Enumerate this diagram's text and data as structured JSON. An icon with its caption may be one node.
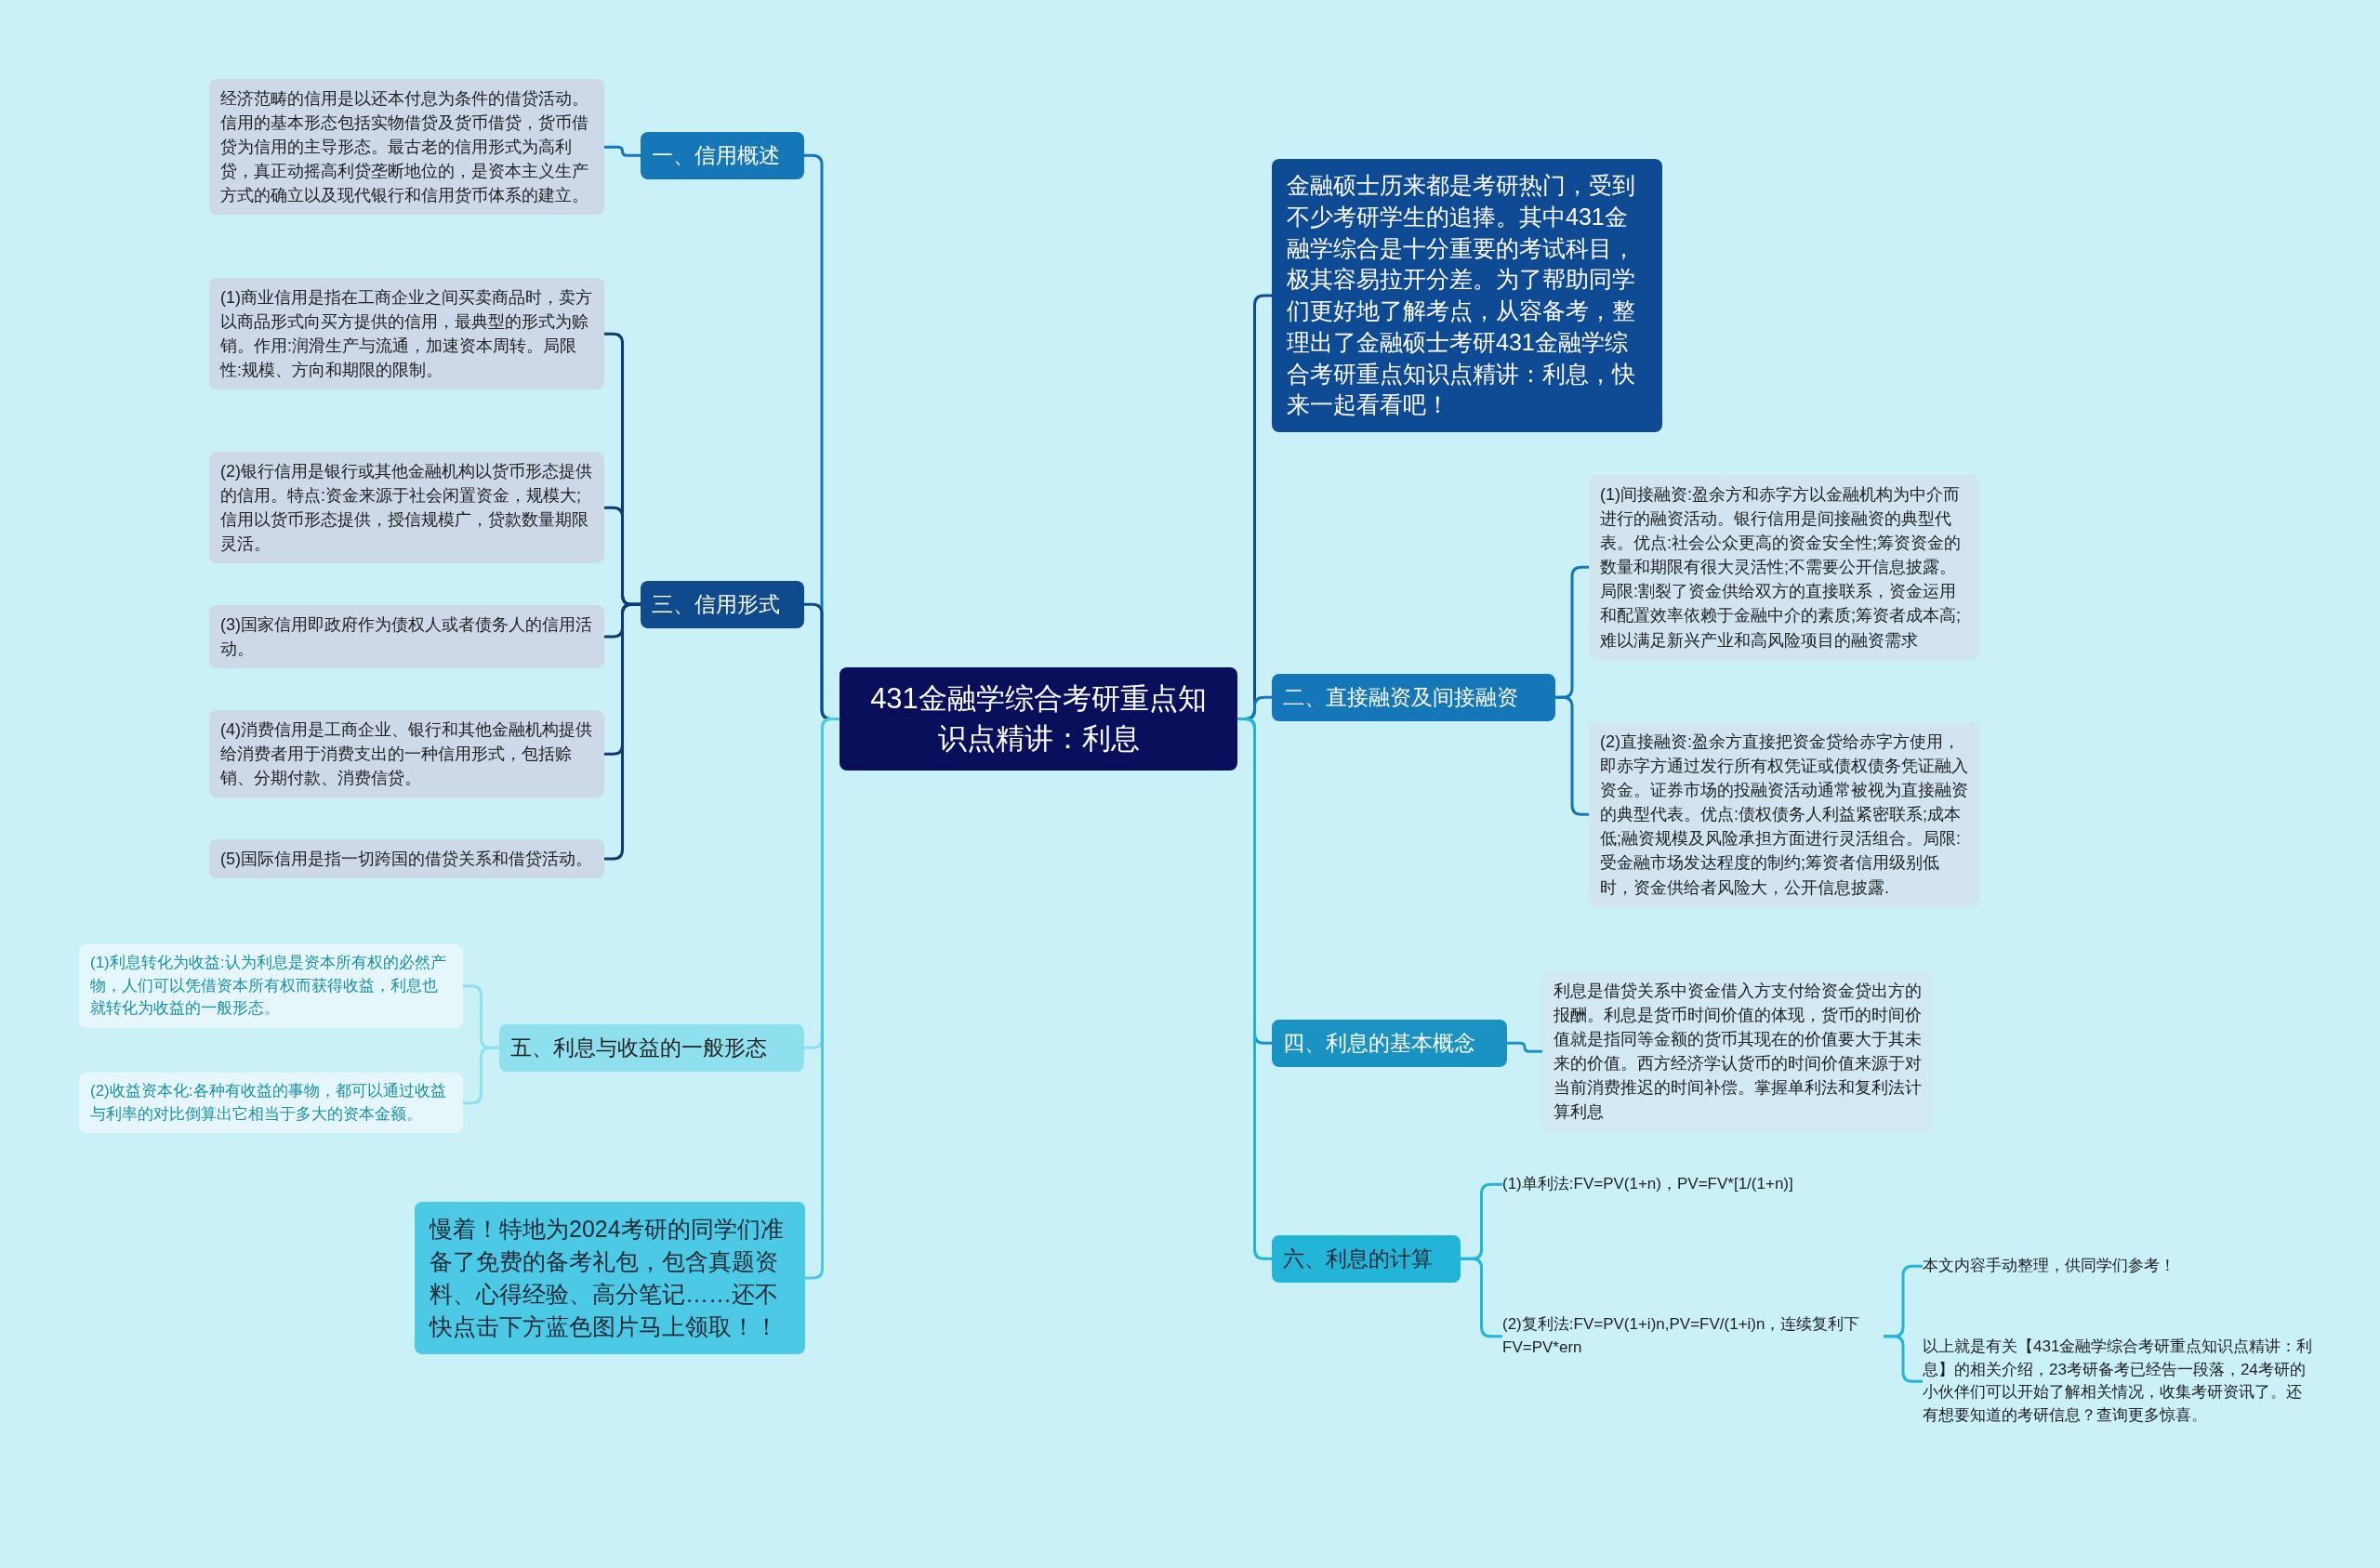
{
  "diagram": {
    "nodes": [
      {
        "text": [
          "431金融学综合考研重点知识点精讲：利息"
        ]
      },
      {
        "text": [
          "一、信用概述"
        ]
      },
      {
        "text": [
          "经济范畴的信用是以还本付息为条件的借贷活动。信用的基本形态包括实物借贷及货币借贷，货币借贷为信用的主导形态。最古老的信用形式为高利贷，真正动摇高利贷垄断地位的，是资本主义生产方式的确立以及现代银行和信用货币体系的建立。"
        ]
      },
      {
        "text": [
          "三、信用形式"
        ]
      },
      {
        "text": [
          "(1)商业信用是指在工商企业之间买卖商品时，卖方以商品形式向买方提供的信用，最典型的形式为赊销。作用:润滑生产与流通，加速资本周转。局限性:规模、方向和期限的限制。"
        ]
      },
      {
        "text": [
          "(2)银行信用是银行或其他金融机构以货币形态提供的信用。特点:资金来源于社会闲置资金，规模大;信用以货币形态提供，授信规模广，贷款数量期限灵活。"
        ]
      },
      {
        "text": [
          "(3)国家信用即政府作为债权人或者债务人的信用活动。"
        ]
      },
      {
        "text": [
          "(4)消费信用是工商企业、银行和其他金融机构提供给消费者用于消费支出的一种信用形式，包括赊销、分期付款、消费信贷。"
        ]
      },
      {
        "text": [
          "(5)国际信用是指一切跨国的借贷关系和借贷活动。"
        ]
      },
      {
        "text": [
          "五、利息与收益的一般形态"
        ]
      },
      {
        "text": [
          "(1)利息转化为收益:认为利息是资本所有权的必然产物，人们可以凭借资本所有权而获得收益，利息也就转化为收益的一般形态。"
        ]
      },
      {
        "text": [
          "(2)收益资本化:各种有收益的事物，都可以通过收益与利率的对比倒算出它相当于多大的资本金额。"
        ]
      },
      {
        "text": [
          "慢着！特地为2024考研的同学们准备了免费的备考礼包，包含真题资料、心得经验、高分笔记……还不快点击下方蓝色图片马上领取！！"
        ]
      },
      {
        "text": [
          "金融硕士历来都是考研热门，受到不少考研学生的追捧。其中431金融学综合是十分重要的考试科目，极其容易拉开分差。为了帮助同学们更好地了解考点，从容备考，整理出了金融硕士考研431金融学综合考研重点知识点精讲：利息，快来一起看看吧！"
        ]
      },
      {
        "text": [
          "二、直接融资及间接融资"
        ]
      },
      {
        "text": [
          "(1)间接融资:盈余方和赤字方以金融机构为中介而进行的融资活动。银行信用是间接融资的典型代表。优点:社会公众更高的资金安全性;筹资资金的数量和期限有很大灵活性;不需要公开信息披露。局限:割裂了资金供给双方的直接联系，资金运用和配置效率依赖于金融中介的素质;筹资者成本高;难以满足新兴产业和高风险项目的融资需求"
        ]
      },
      {
        "text": [
          "(2)直接融资:盈余方直接把资金贷给赤字方使用，即赤字方通过发行所有权凭证或债权债务凭证融入资金。证券市场的投融资活动通常被视为直接融资的典型代表。优点:债权债务人利益紧密联系;成本低;融资规模及风险承担方面进行灵活组合。局限:受金融市场发达程度的制约;筹资者信用级别低时，资金供给者风险大，公开信息披露."
        ]
      },
      {
        "text": [
          "四、利息的基本概念"
        ]
      },
      {
        "text": [
          "利息是借贷关系中资金借入方支付给资金贷出方的报酬。利息是货币时间价值的体现，货币的时间价值就是指同等金额的货币其现在的价值要大于其未来的价值。西方经济学认货币的时间价值来源于对当前消费推迟的时间补偿。掌握单利法和复利法计算利息"
        ]
      },
      {
        "text": [
          "六、利息的计算"
        ]
      },
      {
        "text": [
          "(1)单利法:FV=PV(1+n)，PV=FV*[1/(1+n)]"
        ]
      },
      {
        "text": [
          "(2)复利法:FV=PV(1+i)n,PV=FV/(1+i)n，连续复利下FV=PV*ern"
        ]
      },
      {
        "text": [
          "本文内容手动整理，供同学们参考！"
        ]
      },
      {
        "text": [
          "以上就是有关【431金融学综合考研重点知识点精讲：利息】的相关介绍，23考研备考已经告一段落，24考研的小伙伴们可以开始了解相关情况，收集考研资讯了。还有想要知道的考研信息？查询更多惊喜。"
        ]
      }
    ],
    "edges": [
      {
        "from": 0,
        "to": 1,
        "arrow": "none",
        "color": "#1677b8"
      },
      {
        "from": 1,
        "to": 2,
        "arrow": "none",
        "color": "#1677b8"
      },
      {
        "from": 0,
        "to": 3,
        "arrow": "none",
        "color": "#0e4a8c"
      },
      {
        "from": 3,
        "to": 4,
        "arrow": "none",
        "color": "#0e3a78"
      },
      {
        "from": 3,
        "to": 5,
        "arrow": "none",
        "color": "#0e3a78"
      },
      {
        "from": 3,
        "to": 6,
        "arrow": "none",
        "color": "#0e3a78"
      },
      {
        "from": 3,
        "to": 7,
        "arrow": "none",
        "color": "#0e3a78"
      },
      {
        "from": 3,
        "to": 8,
        "arrow": "none",
        "color": "#0e3a78"
      },
      {
        "from": 0,
        "to": 9,
        "arrow": "none",
        "color": "#8fe0ef"
      },
      {
        "from": 9,
        "to": 10,
        "arrow": "none",
        "color": "#8fe0ef"
      },
      {
        "from": 9,
        "to": 11,
        "arrow": "none",
        "color": "#8fe0ef"
      },
      {
        "from": 0,
        "to": 12,
        "arrow": "none",
        "color": "#4cc9e4"
      },
      {
        "from": 0,
        "to": 13,
        "arrow": "none",
        "color": "#0f4a95"
      },
      {
        "from": 0,
        "to": 14,
        "arrow": "none",
        "color": "#1677b8"
      },
      {
        "from": 14,
        "to": 15,
        "arrow": "none",
        "color": "#1677b8"
      },
      {
        "from": 14,
        "to": 16,
        "arrow": "none",
        "color": "#1677b8"
      },
      {
        "from": 0,
        "to": 17,
        "arrow": "none",
        "color": "#1a93c2"
      },
      {
        "from": 17,
        "to": 18,
        "arrow": "none",
        "color": "#1a93c2"
      },
      {
        "from": 0,
        "to": 19,
        "arrow": "none",
        "color": "#23b5d8"
      },
      {
        "from": 19,
        "to": 20,
        "arrow": "none",
        "color": "#23b5d8"
      },
      {
        "from": 19,
        "to": 21,
        "arrow": "none",
        "color": "#23b5d8"
      },
      {
        "from": 21,
        "to": 22,
        "arrow": "none",
        "color": "#23b5d8"
      },
      {
        "from": 21,
        "to": 23,
        "arrow": "none",
        "color": "#23b5d8"
      }
    ]
  }
}
